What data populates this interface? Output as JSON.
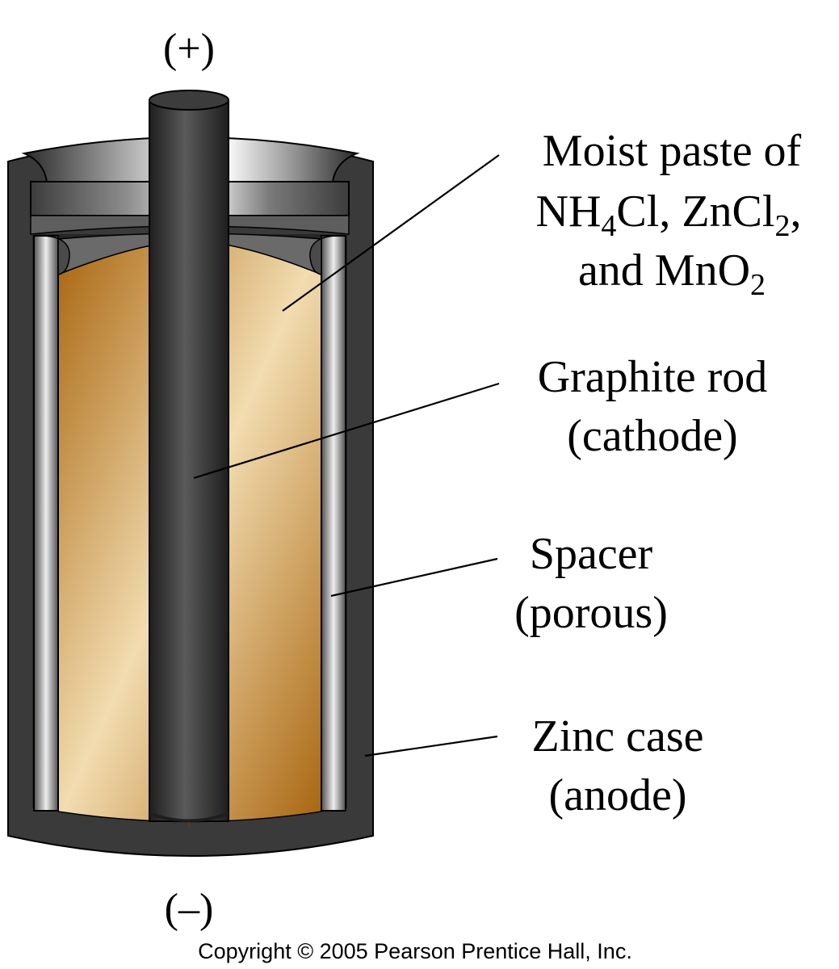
{
  "terminals": {
    "positive": "(+)",
    "negative": "(–)"
  },
  "labels": {
    "paste": {
      "line1": "Moist paste of",
      "line2_a": "NH",
      "line2_a_sub": "4",
      "line2_b": "Cl, ZnCl",
      "line2_b_sub": "2",
      "line2_c": ",",
      "line3_a": "and MnO",
      "line3_a_sub": "2"
    },
    "graphite": {
      "line1": "Graphite rod",
      "line2": "(cathode)"
    },
    "spacer": {
      "line1": "Spacer",
      "line2": "(porous)"
    },
    "zinc": {
      "line1": "Zinc case",
      "line2": "(anode)"
    }
  },
  "copyright": "Copyright © 2005 Pearson Prentice Hall, Inc.",
  "colors": {
    "zinc_case": "#3a3a3a",
    "paste_dark": "#a8650f",
    "paste_light": "#f2dcb0",
    "graphite": "#2e2e2e",
    "spacer": "#8a8a8a"
  }
}
